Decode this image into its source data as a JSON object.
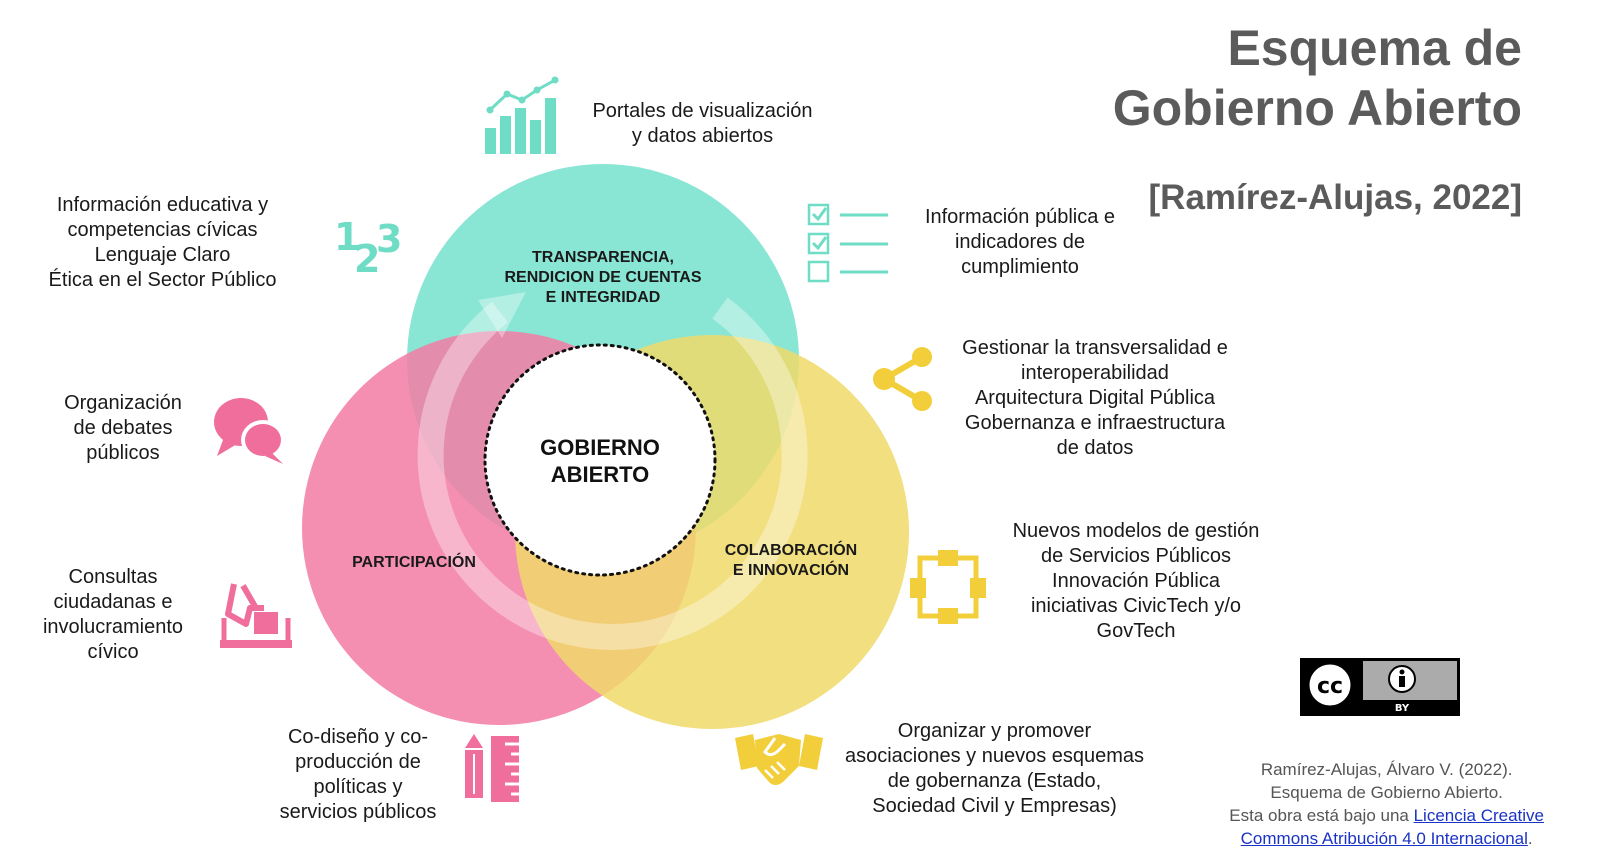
{
  "title": {
    "line1": "Esquema de",
    "line2": "Gobierno Abierto"
  },
  "citation": "[Ramírez-Alujas, 2022]",
  "colors": {
    "transparency": "#7de3cf",
    "participation": "#f27ba4",
    "collaboration": "#f0d96a",
    "teal_icon": "#6fdcc6",
    "pink_icon": "#f06e9c",
    "yellow_icon": "#f2cf3a"
  },
  "circles": {
    "transparency": {
      "line1": "TRANSPARENCIA,",
      "line2": "RENDICION DE CUENTAS",
      "line3": "E INTEGRIDAD"
    },
    "participation": {
      "label": "PARTICIPACIÓN"
    },
    "collaboration": {
      "line1": "COLABORACIÓN",
      "line2": "E INNOVACIÓN"
    },
    "center": {
      "line1": "GOBIERNO",
      "line2": "ABIERTO"
    }
  },
  "items": {
    "portales": {
      "icon": "bar-chart-icon",
      "lines": [
        "Portales de visualización",
        "y datos abiertos"
      ]
    },
    "educativa": {
      "icon": "numbers-123-icon",
      "lines": [
        "Información educativa y",
        "competencias cívicas",
        "Lenguaje Claro",
        "Ética en el Sector Público"
      ]
    },
    "info_publica": {
      "icon": "checklist-icon",
      "lines": [
        "Información pública e",
        "indicadores de",
        "cumplimiento"
      ]
    },
    "transversalidad": {
      "icon": "share-icon",
      "lines": [
        "Gestionar la transversalidad e",
        "interoperabilidad",
        "Arquitectura Digital Pública",
        "Gobernanza e infraestructura",
        "de datos"
      ]
    },
    "debates": {
      "icon": "chat-bubbles-icon",
      "lines": [
        "Organización",
        "de debates",
        "públicos"
      ]
    },
    "consultas": {
      "icon": "ballot-box-icon",
      "lines": [
        "Consultas",
        "ciudadanas e",
        "involucramiento",
        "cívico"
      ]
    },
    "nuevos_modelos": {
      "icon": "workflow-icon",
      "lines": [
        "Nuevos modelos de gestión",
        "de Servicios Públicos",
        "Innovación Pública",
        "iniciativas CivicTech y/o",
        "GovTech"
      ]
    },
    "codiseno": {
      "icon": "pencil-ruler-icon",
      "lines": [
        "Co-diseño y co-",
        "producción de",
        "políticas y",
        "servicios públicos"
      ]
    },
    "asociaciones": {
      "icon": "handshake-icon",
      "lines": [
        "Organizar y promover",
        "asociaciones y nuevos esquemas",
        "de gobernanza (Estado,",
        "Sociedad Civil y Empresas)"
      ]
    }
  },
  "license_badge": {
    "left": "cc",
    "bottom": "BY"
  },
  "credit": {
    "line1": "Ramírez-Alujas, Álvaro V. (2022).",
    "line2": "Esquema de Gobierno Abierto.",
    "line3_prefix": "Esta obra está bajo una ",
    "link_part1": "Licencia Creative",
    "link_part2": "Commons Atribución 4.0 Internacional",
    "suffix": "."
  }
}
